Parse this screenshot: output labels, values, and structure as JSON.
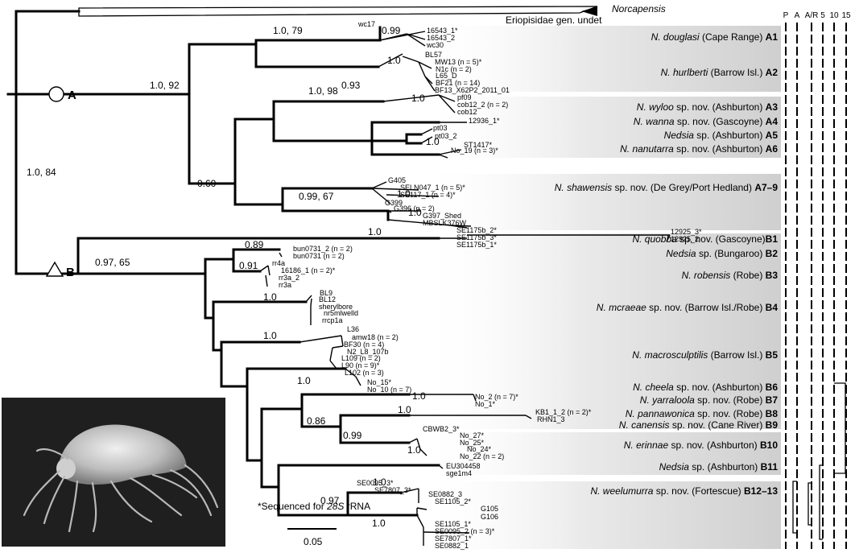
{
  "outgroup": {
    "norcapensis": "Norcapensis",
    "eriopisidae": "Eriopisidae gen. undet"
  },
  "columns": [
    "P",
    "A",
    "A/R",
    "5",
    "10",
    "15"
  ],
  "clade_markers": {
    "a": "A",
    "b": "B"
  },
  "support": {
    "root_split": "1.0, 84",
    "clade_a": "1.0, 92",
    "clade_b": "0.97, 65",
    "a1_a2": "1.0, 79",
    "a1": "0.99",
    "a1_a2_node": "0.93",
    "a2": "1.0",
    "a3_a6": "1.0, 98",
    "a3": "1.0",
    "a6": "1.0",
    "node_060": "0.60",
    "a7_9": "0.99, 67",
    "a7_sub1": "1.0",
    "a7_sub2": "1.0",
    "b1": "1.0",
    "b2": "0.89",
    "b3": "0.91",
    "b4": "1.0",
    "b5": "1.0",
    "b6": "1.0",
    "b7": "1.0",
    "b8": "1.0",
    "b8_b10": "0.86",
    "b10": "0.99",
    "b10_sub": "1.0",
    "b11": "1.0",
    "b12": "0.97",
    "b13": "1.0"
  },
  "tips": {
    "a1": [
      "wc17",
      "16543_1*",
      "16543_2",
      "wc30"
    ],
    "a2": [
      "BL57",
      "MW13 (n = 5)*",
      "N1c (n = 2)",
      "L65_D",
      "BF21 (n = 14)",
      "BF13_X62P2_2011_01"
    ],
    "a3": [
      "pf09",
      "cob12_2 (n = 2)",
      "cob12"
    ],
    "a4": [
      "12936_1*"
    ],
    "a5": [
      "pt03",
      "pt03_2"
    ],
    "a6": [
      "ST1417*",
      "No_19 (n = 3)*"
    ],
    "a79": [
      "G405",
      "SELN047_1 (n = 5)*",
      "SE117_1 (n = 4)*",
      "G399",
      "G396 (n = 2)",
      "G397_Shed",
      "MBSLK376W",
      "SE1175b_2*",
      "SE1175b_3*",
      "SE1175b_1*"
    ],
    "b1": [
      "12925_3*",
      "12925_2"
    ],
    "b2": [
      "bun0731_2 (n = 2)",
      "bun0731 (n = 2)"
    ],
    "b3": [
      "rr4a",
      "16186_1 (n = 2)*",
      "rr3a_2",
      "rr3a"
    ],
    "b4": [
      "BL9",
      "BL12",
      "sherylbore",
      "nr5mlwelld",
      "rrcp1a"
    ],
    "b5": [
      "L36",
      "amw18 (n = 2)",
      "BF30 (n = 4)",
      "N2_L8_107b",
      "L109 (n = 2)",
      "L90 (n = 9)*",
      "L102 (n = 3)"
    ],
    "b6": [
      "No_15*",
      "No_10 (n = 7)"
    ],
    "b7": [
      "No_2 (n = 7)*",
      "No_1*"
    ],
    "b8": [
      "KB1_1_2 (n = 2)*",
      "RHN1_3"
    ],
    "b10": [
      "CBWB2_3*",
      "No_27*",
      "No_25*",
      "No_24*",
      "No_22 (n = 2)"
    ],
    "b11": [
      "EU304458",
      "sge1m4"
    ],
    "b12": [
      "SE0095_3*",
      "SE7807_3*"
    ],
    "b13": [
      "SE0882_3",
      "SE1105_2*",
      "G105",
      "G106",
      "SE1105_1*",
      "SE0095_2 (n = 3)*",
      "SE7807_1*",
      "SE0882_1"
    ]
  },
  "clades": [
    {
      "species": "N. douglasi",
      "region": " (Cape Range) ",
      "code": "A1"
    },
    {
      "species": "N. hurlberti",
      "region": " (Barrow Isl.) ",
      "code": "A2"
    },
    {
      "species": "N. wyloo",
      "region": " sp. nov. (Ashburton) ",
      "code": "A3"
    },
    {
      "species": "N. wanna",
      "region": " sp. nov. (Gascoyne) ",
      "code": "A4"
    },
    {
      "species": "Nedsia",
      "region": " sp. (Ashburton) ",
      "code": "A5"
    },
    {
      "species": "N. nanutarra",
      "region": " sp. nov. (Ashburton) ",
      "code": "A6"
    },
    {
      "species": "N. shawensis",
      "region": " sp. nov. (De Grey/Port Hedland) ",
      "code": "A7–9"
    },
    {
      "species": "N. quobba",
      "region": " sp. nov. (Gascoyne)",
      "code": "B1"
    },
    {
      "species": "Nedsia",
      "region": " sp. (Bungaroo) ",
      "code": "B2"
    },
    {
      "species": "N. robensis",
      "region": " (Robe) ",
      "code": "B3"
    },
    {
      "species": "N. mcraeae",
      "region": " sp. nov. (Barrow Isl./Robe) ",
      "code": "B4"
    },
    {
      "species": "N. macrosculptilis",
      "region": " (Barrow Isl.) ",
      "code": "B5"
    },
    {
      "species": "N. cheela",
      "region": " sp. nov. (Ashburton) ",
      "code": "B6"
    },
    {
      "species": "N. yarraloola",
      "region": " sp. nov. (Robe) ",
      "code": "B7"
    },
    {
      "species": "N. pannawonica",
      "region": " sp. nov. (Robe) ",
      "code": "B8"
    },
    {
      "species": "N. canensis",
      "region": " sp. nov. (Cane River) ",
      "code": "B9"
    },
    {
      "species": "N. erinnae",
      "region": " sp. nov. (Ashburton) ",
      "code": "B10"
    },
    {
      "species": "Nedsia",
      "region": " sp. (Ashburton) ",
      "code": "B11"
    },
    {
      "species": "N. weelumurra",
      "region": " sp. nov. (Fortescue) ",
      "code": "B12–13"
    }
  ],
  "footnote": {
    "prefix": "*Sequenced for ",
    "gene": "28S",
    "suffix": " rRNA"
  },
  "scale_bar": "0.05"
}
